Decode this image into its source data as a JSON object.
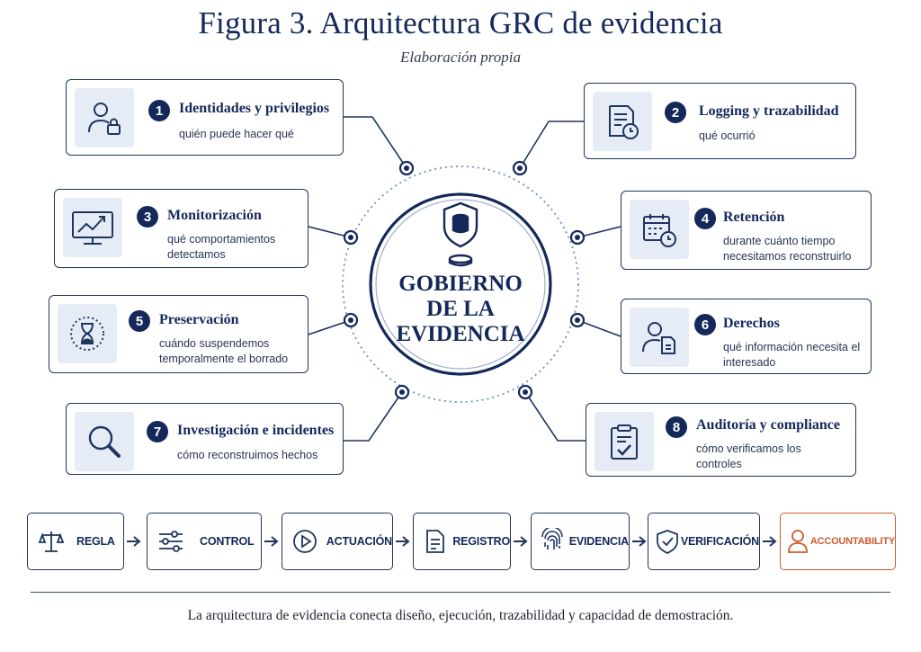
{
  "title": "Figura 3. Arquitectura GRC de evidencia",
  "subtitle": "Elaboración propia",
  "hub": {
    "lines": [
      "GOBIERNO",
      "DE LA",
      "EVIDENCIA"
    ],
    "icon": "database-shield-icon"
  },
  "cards": [
    {
      "num": "1",
      "title": "Identidades y privilegios",
      "desc": "quién puede hacer qué",
      "icon": "user-lock-icon"
    },
    {
      "num": "2",
      "title": "Logging y trazabilidad",
      "desc": "qué ocurrió",
      "icon": "log-clock-icon"
    },
    {
      "num": "3",
      "title": "Monitorización",
      "desc": "qué comportamientos detectamos",
      "icon": "monitor-chart-icon"
    },
    {
      "num": "4",
      "title": "Retención",
      "desc": "durante cuánto tiempo necesitamos reconstruirlo",
      "icon": "calendar-clock-icon"
    },
    {
      "num": "5",
      "title": "Preservación",
      "desc": "cuándo suspendemos temporalmente el borrado",
      "icon": "hourglass-icon"
    },
    {
      "num": "6",
      "title": "Derechos",
      "desc": "qué información necesita el interesado",
      "icon": "user-document-icon"
    },
    {
      "num": "7",
      "title": "Investigación e incidentes",
      "desc": "cómo reconstruimos hechos",
      "icon": "magnifier-icon"
    },
    {
      "num": "8",
      "title": "Auditoría y compliance",
      "desc": "cómo verificamos los controles",
      "icon": "clipboard-check-icon"
    }
  ],
  "flow": [
    {
      "label": "REGLA",
      "icon": "scales-icon"
    },
    {
      "label": "CONTROL",
      "icon": "sliders-icon"
    },
    {
      "label": "ACTUACIÓN",
      "icon": "play-icon"
    },
    {
      "label": "REGISTRO",
      "icon": "document-icon"
    },
    {
      "label": "EVIDENCIA",
      "icon": "fingerprint-icon"
    },
    {
      "label": "VERIFICACIÓN",
      "icon": "shield-check-icon"
    },
    {
      "label": "ACCOUNTABILITY",
      "icon": "person-icon"
    }
  ],
  "colors": {
    "navy": "#14285a",
    "accent": "#cf5a2e",
    "iconBg": "#e6ecf5",
    "dotted": "#6e8fc8"
  },
  "caption": "La arquitectura de evidencia conecta diseño, ejecución, trazabilidad y capacidad de demostración."
}
